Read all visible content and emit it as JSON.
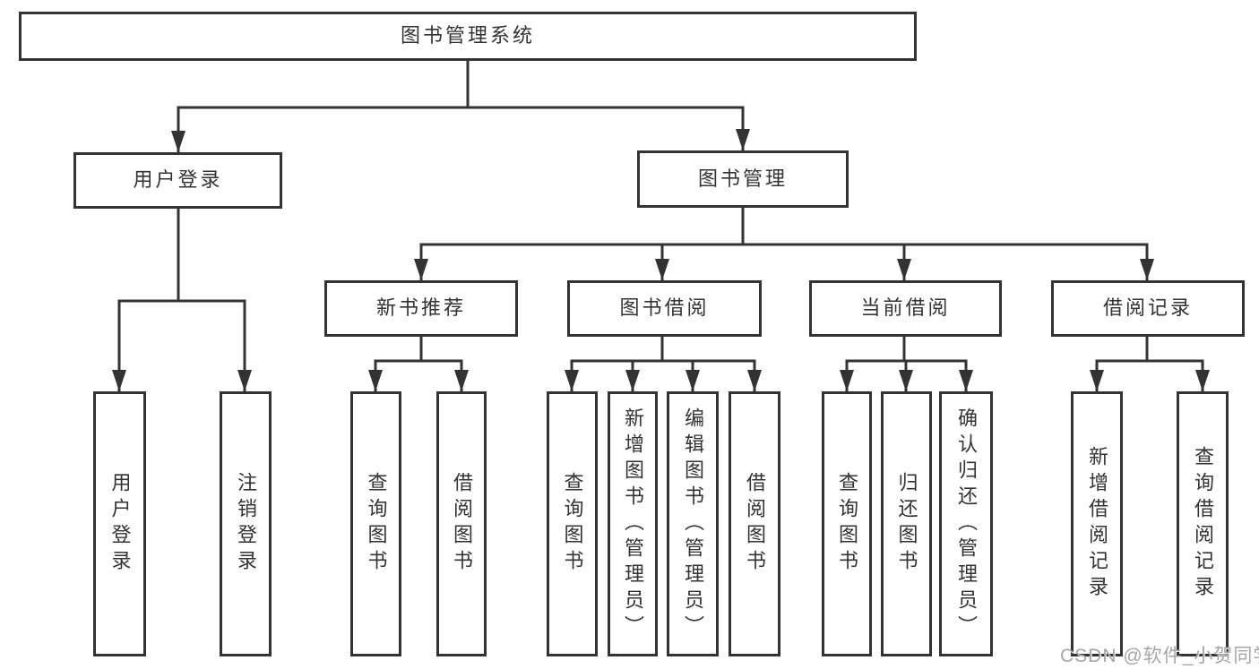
{
  "colors": {
    "line": "#333333",
    "text": "#333333",
    "box_background": "#ffffff",
    "watermark": "#a6a6a6",
    "background": "#ffffff"
  },
  "tree": {
    "root": {
      "label": "图书管理系统"
    },
    "children": [
      {
        "label": "用户登录",
        "children": [
          {
            "label": "用户登录"
          },
          {
            "label": "注销登录"
          }
        ]
      },
      {
        "label": "图书管理",
        "children": [
          {
            "label": "新书推荐",
            "children": [
              {
                "label": "查询图书"
              },
              {
                "label": "借阅图书"
              }
            ]
          },
          {
            "label": "图书借阅",
            "children": [
              {
                "label": "查询图书"
              },
              {
                "label": "新增图书（管理员）"
              },
              {
                "label": "编辑图书（管理员）"
              },
              {
                "label": "借阅图书"
              }
            ]
          },
          {
            "label": "当前借阅",
            "children": [
              {
                "label": "查询图书"
              },
              {
                "label": "归还图书"
              },
              {
                "label": "确认归还（管理员）"
              }
            ]
          },
          {
            "label": "借阅记录",
            "children": [
              {
                "label": "新增借阅记录"
              },
              {
                "label": "查询借阅记录"
              }
            ]
          }
        ]
      }
    ]
  },
  "watermark": {
    "text": "CSDN @软件_小贺同学"
  }
}
